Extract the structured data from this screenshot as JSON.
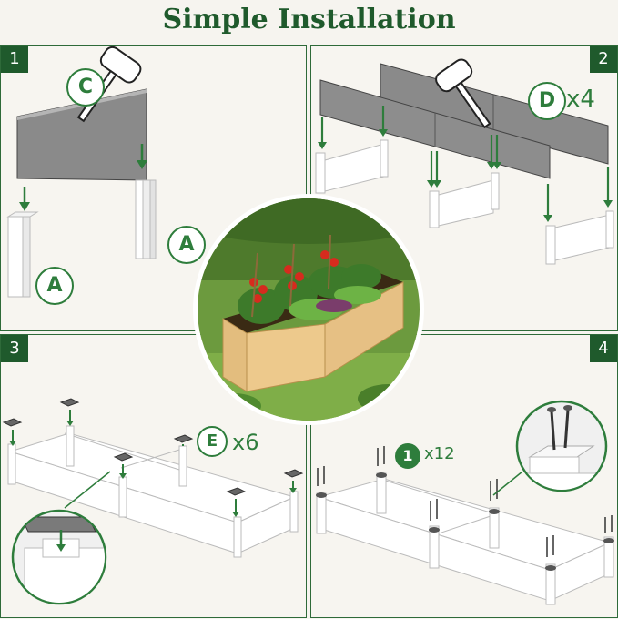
{
  "title": "Simple Installation",
  "steps": [
    {
      "number": "1",
      "labels": [
        "C",
        "A",
        "A"
      ]
    },
    {
      "number": "2",
      "label": "D",
      "qty": "x4"
    },
    {
      "number": "3",
      "label": "E",
      "qty": "x6"
    },
    {
      "number": "4",
      "label": "1",
      "qty": "x12"
    }
  ],
  "colors": {
    "brand_green": "#1f5a2c",
    "arrow_green": "#2e7d3c",
    "panel_gray": "#8c8c8c",
    "wood": "#e9c58a"
  }
}
